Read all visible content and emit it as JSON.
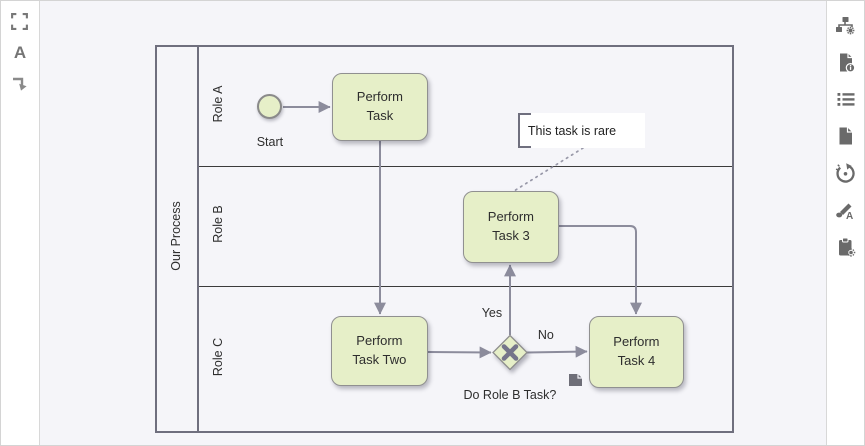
{
  "left_toolbar": {
    "items": [
      {
        "icon": "corner-brackets-icon",
        "name": "fit-selection"
      },
      {
        "icon": "text-a-icon",
        "label": "A",
        "name": "text-tool"
      },
      {
        "icon": "elbow-arrow-icon",
        "name": "connector-tool"
      }
    ]
  },
  "right_toolbar": {
    "items": [
      {
        "icon": "diagram-tree-settings-icon"
      },
      {
        "icon": "file-info-icon"
      },
      {
        "icon": "outline-list-icon"
      },
      {
        "icon": "page-icon"
      },
      {
        "icon": "reset-history-icon"
      },
      {
        "icon": "edit-style-icon"
      },
      {
        "icon": "clipboard-settings-icon"
      }
    ]
  },
  "diagram": {
    "pool": {
      "label": "Our Process",
      "lanes": [
        {
          "label": "Role A"
        },
        {
          "label": "Role B"
        },
        {
          "label": "Role C"
        }
      ]
    },
    "nodes": {
      "start_event": {
        "label": "Start",
        "type": "bpmn-start-event"
      },
      "task_a": {
        "label": "Perform Task"
      },
      "task_b": {
        "label": "Perform Task 3"
      },
      "task_c1": {
        "label": "Perform Task Two"
      },
      "task_c2": {
        "label": "Perform Task 4"
      },
      "gateway": {
        "type": "xor-gateway",
        "question": "Do Role B Task?",
        "yes_label": "Yes",
        "no_label": "No"
      },
      "annotation": {
        "text": "This task is rare"
      }
    },
    "colors": {
      "canvas_bg": "#f5f5f9",
      "node_fill": "#e6efc8",
      "node_border": "#909090",
      "pool_border": "#6f6f7e",
      "lane_divider": "#3b3b3b",
      "edge": "#8c8c9c",
      "toolbar_icon": "#6a6a6a",
      "annotation_bg": "#ffffff"
    }
  }
}
